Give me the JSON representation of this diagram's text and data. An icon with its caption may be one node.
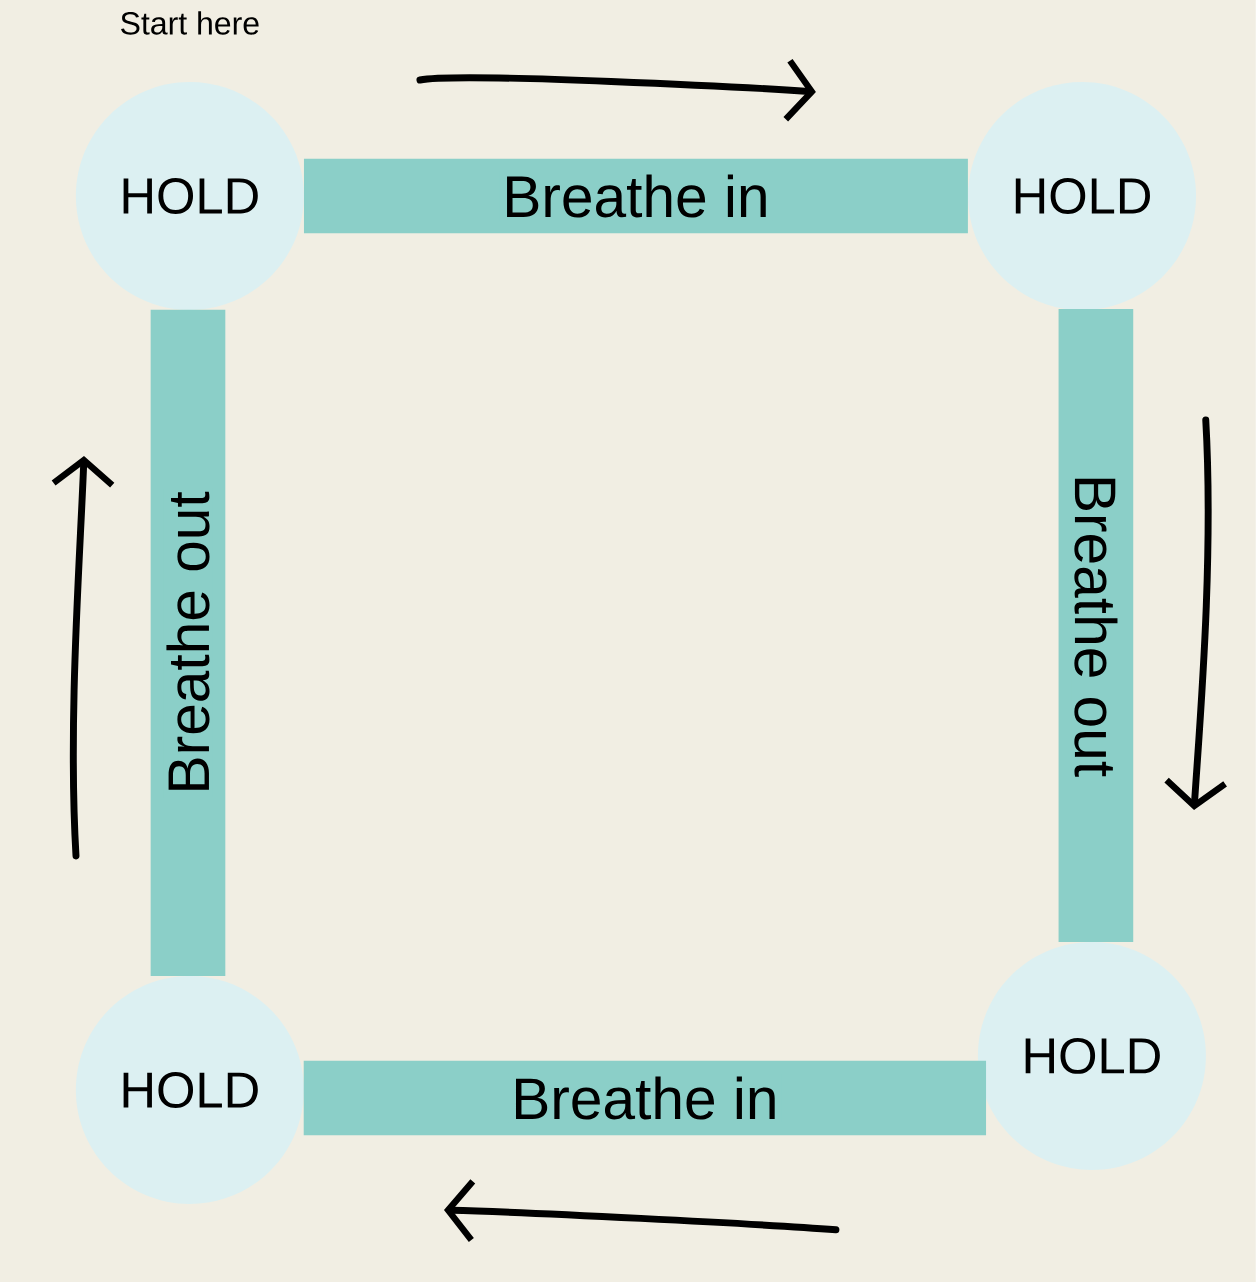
{
  "diagram": {
    "nodes": [
      {
        "text": [
          "HOLD"
        ],
        "beside": [
          "Start here"
        ]
      },
      {
        "text": [
          "HOLD"
        ]
      },
      {
        "text": [
          "HOLD"
        ]
      },
      {
        "text": [
          "HOLD"
        ]
      }
    ],
    "edges": [
      {
        "from": 0,
        "to": 1,
        "arrow": "none",
        "label": "Breathe in"
      },
      {
        "from": 1,
        "to": 3,
        "arrow": "none",
        "label": "Breathe out"
      },
      {
        "from": 3,
        "to": 2,
        "arrow": "none",
        "label": "Breathe in"
      },
      {
        "from": 2,
        "to": 0,
        "arrow": "none",
        "label": "Breathe out"
      }
    ]
  }
}
